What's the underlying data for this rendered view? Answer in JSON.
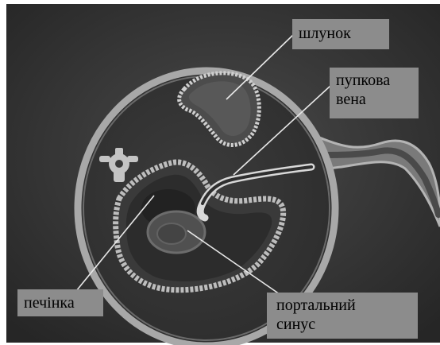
{
  "labels": {
    "stomach": "шлунок",
    "umbilical_vein_line1": "пупкова",
    "umbilical_vein_line2": "вена",
    "liver": "печінка",
    "portal_sinus_line1": "портальний",
    "portal_sinus_line2": "синус"
  },
  "colors": {
    "background": "#353535",
    "body_ring": "#9a9a9a",
    "label_box": "#8c8c8c",
    "leader_line": "#e8e8e8"
  }
}
